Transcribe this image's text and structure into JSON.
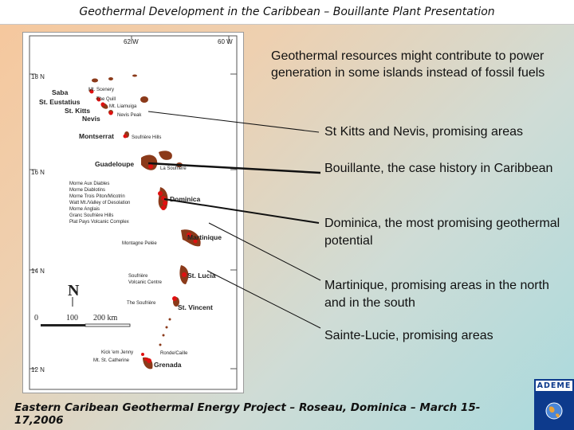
{
  "header": {
    "title": "Geothermal Development in the Caribbean – Bouillante Plant Presentation"
  },
  "intro": "Geothermal resources might contribute to power generation in some islands instead of fossil fuels",
  "items": [
    "St Kitts and Nevis, promising areas",
    "Bouillante, the case history in Caribbean",
    "Dominica, the most promising geothermal potential",
    "Martinique, promising areas in the north and in the south",
    "Sainte-Lucie, promising areas"
  ],
  "footer": "Eastern Caribean Geothermal Energy Project – Roseau, Dominica – March 15-17,2006",
  "logo": {
    "text": "ADEME",
    "icon": "globe-icon"
  },
  "map": {
    "lon_labels": [
      "62 W",
      "60 W"
    ],
    "lat_labels": [
      "18 N",
      "16 N",
      "14 N",
      "12 N"
    ],
    "islands": {
      "saba": "Saba",
      "st_eustatius": "St. Eustatius",
      "st_kitts": "St. Kitts",
      "nevis": "Nevis",
      "montserrat": "Montserrat",
      "guadeloupe": "Guadeloupe",
      "dominica": "Dominica",
      "martinique": "Martinique",
      "st_lucia": "St. Lucia",
      "st_vincent": "St. Vincent",
      "grenada": "Grenada"
    },
    "volcanoes": {
      "mt_scenery": "Mt. Scenery",
      "the_quill": "The Quill",
      "mt_liamuiga": "Mt. Liamuiga",
      "nevis_peak": "Nevis Peak",
      "soufriere_hills": "Soufrière Hills",
      "la_soufriere": "La Soufrière",
      "dominica_list": [
        "Morne Aux Diables",
        "Morne Diablotins",
        "Morne Trois Piton/Micotrin",
        "Watt Mt./Valley of Desolation",
        "Morne Anglais",
        "Granc Soufrière Hills",
        "Plat Pays Volcanic Complex"
      ],
      "montagne_pelee": "Montagne Pelée",
      "soufriere_vc_1": "Soufrière",
      "soufriere_vc_2": "Volcanic Centre",
      "the_soufriere": "The Soufrière",
      "kick_em_jenny": "Kick 'em Jenny",
      "mt_st_catherine": "Mt. St. Catherine",
      "ronde_caille": "Ronde/Caille"
    },
    "north_arrow": "N",
    "scale": [
      "0",
      "100",
      "200 km"
    ]
  },
  "colors": {
    "volcano": "#e01010",
    "island": "#8b3a1a",
    "header_bg": "#ffffff",
    "logo_bg": "#0d3a8c"
  }
}
